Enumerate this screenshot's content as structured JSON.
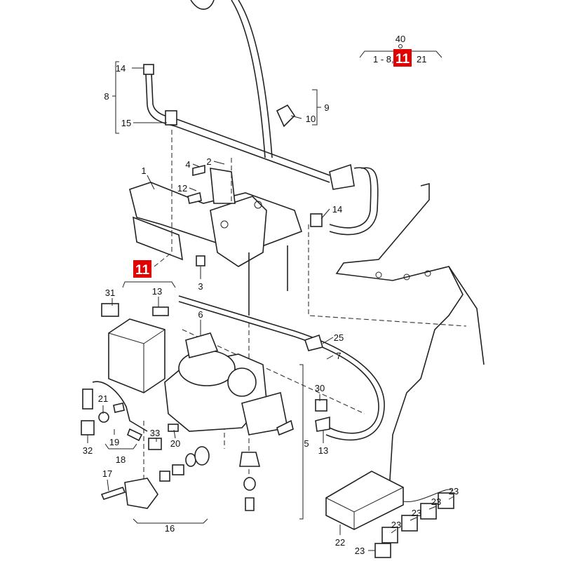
{
  "header_ref": {
    "top": "40",
    "left": "1 - 8,",
    "highlight": "11",
    "right": "21"
  },
  "highlight_color": "#e00000",
  "callouts": {
    "c14a": "14",
    "c8": "8",
    "c15": "15",
    "c9": "9",
    "c10": "10",
    "c1": "1",
    "c4": "4",
    "c2": "2",
    "c12": "12",
    "c14b": "14",
    "c11": "11",
    "c3": "3",
    "c31": "31",
    "c13a": "13",
    "c6": "6",
    "c25": "25",
    "c7": "7",
    "c30": "30",
    "c21": "21",
    "c32": "32",
    "c19": "19",
    "c18": "18",
    "c33": "33",
    "c20": "20",
    "c5": "5",
    "c13b": "13",
    "c17": "17",
    "c16": "16",
    "c22": "22",
    "c23a": "23",
    "c23b": "23",
    "c23c": "23",
    "c23d": "23",
    "c23e": "23"
  }
}
